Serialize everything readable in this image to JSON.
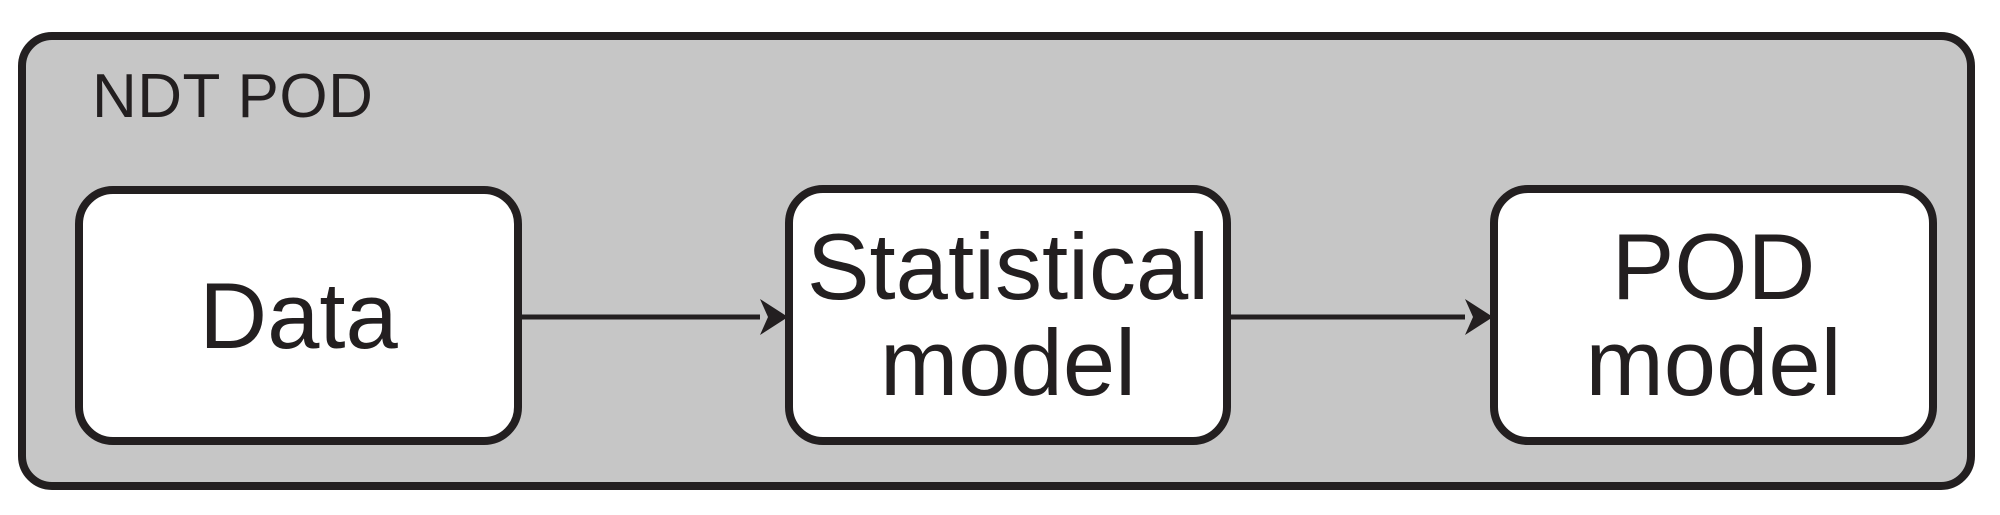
{
  "diagram": {
    "type": "flow",
    "title": "NDT POD",
    "background_color": "#ffffff",
    "group": {
      "label": "NDT POD",
      "fill_color": "#c6c6c6",
      "stroke_color": "#231f20"
    },
    "nodes": [
      {
        "id": "data",
        "label": "Data",
        "fill_color": "#ffffff",
        "stroke_color": "#231f20"
      },
      {
        "id": "statistical",
        "label": "Statistical\nmodel",
        "fill_color": "#ffffff",
        "stroke_color": "#231f20"
      },
      {
        "id": "pod",
        "label": "POD\nmodel",
        "fill_color": "#ffffff",
        "stroke_color": "#231f20"
      }
    ],
    "connectors": [
      {
        "id": "data-to-statistical",
        "from": "data",
        "to": "statistical",
        "style": "arrow",
        "color": "#231f20"
      },
      {
        "id": "statistical-to-pod",
        "from": "statistical",
        "to": "pod",
        "style": "arrow",
        "color": "#231f20"
      }
    ]
  }
}
